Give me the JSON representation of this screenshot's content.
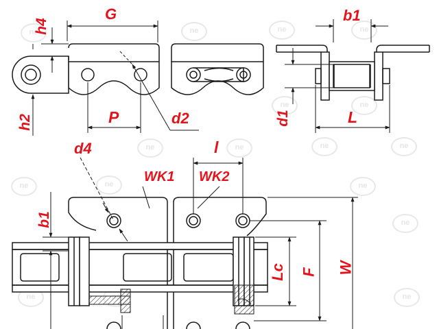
{
  "dimensions": {
    "h4": "h4",
    "G": "G",
    "b1_top": "b1",
    "h2": "h2",
    "P": "P",
    "d2": "d2",
    "d1": "d1",
    "L": "L",
    "d4": "d4",
    "l": "l",
    "WK1": "WK1",
    "WK2": "WK2",
    "b1_bottom": "b1",
    "Lc": "Lc",
    "F": "F",
    "W": "W"
  },
  "colors": {
    "line": "#1a1a1a",
    "dimension_text": "#e3131c",
    "watermark": "#e6e6e6"
  },
  "watermark": {
    "icon": "circular-logo-watermark"
  }
}
